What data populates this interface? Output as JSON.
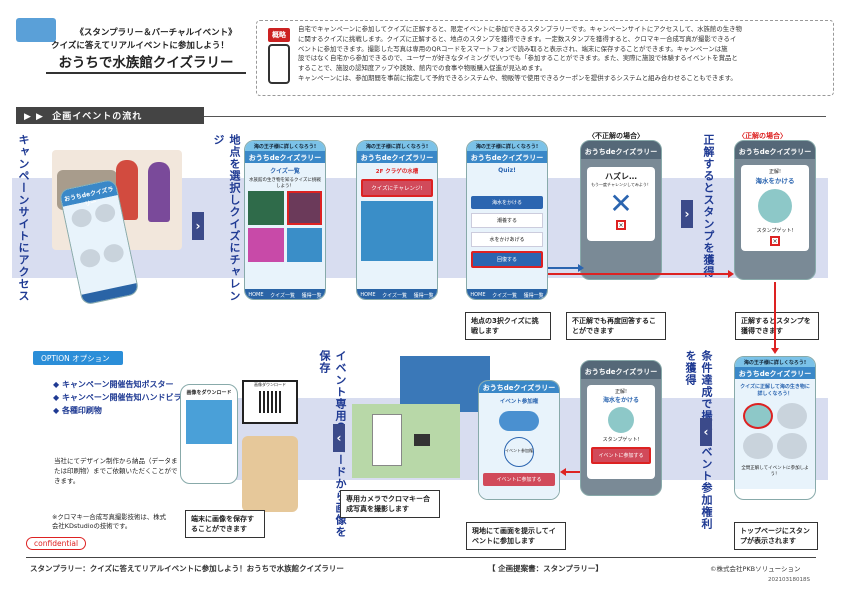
{
  "header": {
    "subtitle1": "《スタンプラリー＆バーチャルイベント》",
    "subtitle2": "クイズに答えてリアルイベントに参加しよう！",
    "title": "おうちで水族館クイズラリー",
    "gaiyo_label": "概略",
    "description": [
      "自宅でキャンペーンに参加してクイズに正解すると、限定イベントに参加できるスタンプラリーです。キャンペーンサイトにアクセスして、水族館の生き物",
      "に関するクイズに挑戦します。クイズに正解すると、地点のスタンプを獲得できます。一定数スタンプを獲得すると、クロマキー合成写真が撮影できるイ",
      "ベントに参加できます。撮影した写真は専用のQRコードをスマートフォンで読み取ると表示され、端末に保存することができます。キャンペーンは施",
      "設ではなく自宅から参加できるので、ユーザーが好きなタイミングでいつでも「参加することができます。また、実際に施設で体験するイベントを賞品と",
      "することで、施設の認知度アップや誘致、館内での食事や物販購入促進が見込めます。",
      "キャンペーンには、参加期間を事前に指定して予約できるシステムや、物販等で使用できるクーポンを提供するシステムと組み合わせることもできます。"
    ]
  },
  "flow_title": "企画イベントの流れ",
  "steps": {
    "campaign_access": "キャンペーンサイトにアクセス",
    "select_quiz": "地点を選択しクイズにチャレンジ",
    "correct_stamp": "正解するとスタンプを獲得",
    "condition_event": "条件達成で撮影イベント参加権利を獲得",
    "qr_save": "イベント専用QRコードから画像を保存"
  },
  "labels": {
    "wrong_case": "〈不正解の場合〉",
    "correct_case": "〈正解の場合〉"
  },
  "screens": {
    "app_title": "おうちdeクイズラリー",
    "sea_title": "海の王子様に詳しくなろう!",
    "quiz_list": "クイズ一覧",
    "quiz_list_desc": "水族館の生き物を知るクイズに挑戦しよう！",
    "floor": "2F クラゲの水槽",
    "challenge_btn": "クイズにチャレンジ!",
    "quiz_label": "Quiz!",
    "options": [
      "海水をかける",
      "潮養する",
      "水をかけあげる",
      "回復する"
    ],
    "wrong_title": "ハズレ…",
    "wrong_sub": "もう一度チャレンジしてみよう！",
    "correct_label": "正解!",
    "correct_answer": "海水をかける",
    "stamp_get": "スタンプゲット!",
    "event_btn": "イベントに参加する",
    "event_title": "イベント参加権",
    "event_join": "イベントに参加する",
    "event_badge": "イベント参加権",
    "top_msg": "クイズに正解して海の生き物に詳しくなろう！",
    "top_msg2": "全問正解してイベントに参加しよう！",
    "nav": [
      "HOME",
      "クイズ一覧",
      "獲得一覧"
    ]
  },
  "callouts": {
    "c1": "地点の3択クイズに挑戦します",
    "c2": "不正解でも再度回答することができます",
    "c3": "正解するとスタンプを獲得できます",
    "c4": "トップページにスタンプが表示されます",
    "c5": "現地にて画面を提示してイベントに参加します",
    "c6": "専用カメラでクロマキー合成写真を撮影します",
    "c7": "端末に画像を保存することができます"
  },
  "qr_screen": {
    "title": "画像をダウンロード",
    "badge": "画像ダウンロード"
  },
  "option": {
    "tag": "OPTION オプション",
    "items": [
      "キャンペーン開催告知ポスター",
      "キャンペーン開催告知ハンドビラ",
      "各種印刷物"
    ],
    "note": "当社にてデザイン制作から納品（データまたは印刷物）までご依頼いただくことができます。"
  },
  "kd_note": "※クロマキー合成写真撮影技術は、株式会社KDstudioの技術です。",
  "confidential": "confidential",
  "footer": {
    "left": "スタンプラリー：クイズに答えてリアルイベントに参加しよう！おうちで水族館クイズラリー",
    "center": "【 企画提案書：スタンプラリー】",
    "right": "©株式会社PKBソリューション",
    "code": "20210318018S"
  }
}
